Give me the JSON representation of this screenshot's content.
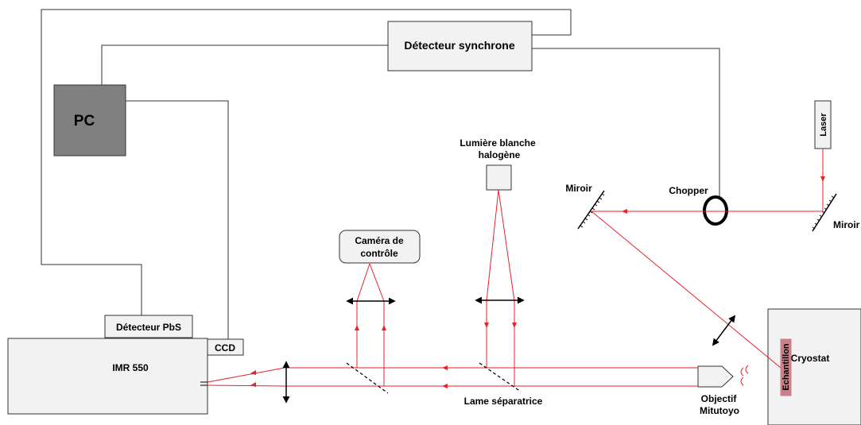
{
  "diagram": {
    "labels": {
      "synchro": "Détecteur synchrone",
      "pc": "PC",
      "laser": "Laser",
      "lumiere_line1": "Lumière blanche",
      "lumiere_line2": "halogène",
      "miroir_left": "Miroir",
      "miroir_right": "Miroir",
      "chopper": "Chopper",
      "camera_line1": "Caméra de",
      "camera_line2": "contrôle",
      "pbs": "Détecteur PbS",
      "ccd": "CCD",
      "imr": "IMR 550",
      "lame": "Lame séparatrice",
      "objectif_line1": "Objectif",
      "objectif_line2": "Mitutoyo",
      "echantillon": "Echantillon",
      "cryostat": "Cryostat"
    },
    "colors": {
      "beam": "#e8202a",
      "pc_fill": "#808080",
      "echantillon_fill": "#c9808b",
      "line": "#333333",
      "box_fill": "#f2f2f2"
    }
  }
}
